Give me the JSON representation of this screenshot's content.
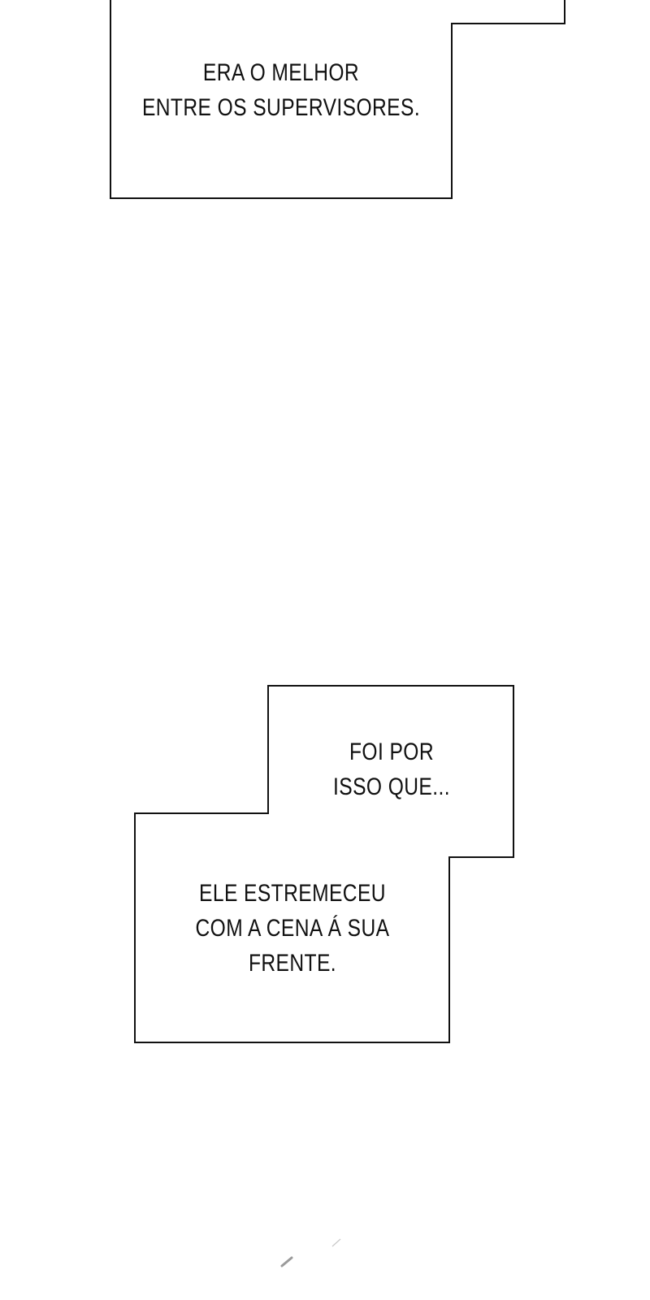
{
  "page": {
    "background": "#ffffff",
    "line_color": "#111111"
  },
  "boxes": [
    {
      "id": "box-1",
      "lines": [
        "ERA O MELHOR",
        "ENTRE OS SUPERVISORES."
      ]
    },
    {
      "id": "box-2",
      "lines": [
        "FOI POR",
        "ISSO QUE..."
      ]
    },
    {
      "id": "box-3",
      "lines": [
        "ELE ESTREMECEU",
        "COM A CENA Á SUA",
        "FRENTE."
      ]
    }
  ]
}
